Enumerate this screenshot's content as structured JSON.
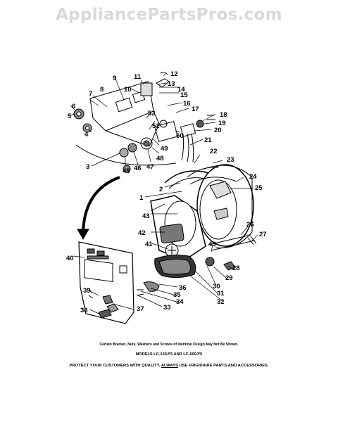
{
  "watermark": "AppliancePartsPros.com",
  "callouts": [
    {
      "id": "1",
      "text": "1"
    },
    {
      "id": "2",
      "text": "2"
    },
    {
      "id": "3",
      "text": "3"
    },
    {
      "id": "4",
      "text": "4"
    },
    {
      "id": "5",
      "text": "5"
    },
    {
      "id": "6",
      "text": "6"
    },
    {
      "id": "7",
      "text": "7"
    },
    {
      "id": "8",
      "text": "8"
    },
    {
      "id": "9",
      "text": "9"
    },
    {
      "id": "10",
      "text": "10"
    },
    {
      "id": "11",
      "text": "11"
    },
    {
      "id": "12",
      "text": "12"
    },
    {
      "id": "13",
      "text": "13"
    },
    {
      "id": "14",
      "text": "14"
    },
    {
      "id": "15",
      "text": "15"
    },
    {
      "id": "16",
      "text": "16"
    },
    {
      "id": "17",
      "text": "17"
    },
    {
      "id": "18",
      "text": "18"
    },
    {
      "id": "19",
      "text": "19"
    },
    {
      "id": "20",
      "text": "20"
    },
    {
      "id": "21",
      "text": "21"
    },
    {
      "id": "22",
      "text": "22"
    },
    {
      "id": "23",
      "text": "23"
    },
    {
      "id": "24",
      "text": "24"
    },
    {
      "id": "25",
      "text": "25"
    },
    {
      "id": "26",
      "text": "26"
    },
    {
      "id": "27",
      "text": "27"
    },
    {
      "id": "28",
      "text": "28"
    },
    {
      "id": "29",
      "text": "29"
    },
    {
      "id": "30",
      "text": "30"
    },
    {
      "id": "31",
      "text": "31"
    },
    {
      "id": "32",
      "text": "32"
    },
    {
      "id": "33",
      "text": "33"
    },
    {
      "id": "34",
      "text": "34"
    },
    {
      "id": "35",
      "text": "35"
    },
    {
      "id": "36",
      "text": "36"
    },
    {
      "id": "37",
      "text": "37"
    },
    {
      "id": "38",
      "text": "38"
    },
    {
      "id": "39",
      "text": "39"
    },
    {
      "id": "40",
      "text": "40"
    },
    {
      "id": "41",
      "text": "41"
    },
    {
      "id": "42",
      "text": "42"
    },
    {
      "id": "43a",
      "text": "43"
    },
    {
      "id": "43b",
      "text": "43"
    },
    {
      "id": "45",
      "text": "45"
    },
    {
      "id": "46",
      "text": "46"
    },
    {
      "id": "47",
      "text": "47"
    },
    {
      "id": "48",
      "text": "48"
    },
    {
      "id": "49",
      "text": "49"
    },
    {
      "id": "50",
      "text": "50"
    },
    {
      "id": "51",
      "text": "51"
    },
    {
      "id": "52",
      "text": "52"
    }
  ],
  "captions": {
    "note": "Certain Bracket, Nuts, Washers and Screws of Identical Design May Not Be Shown.",
    "models": "MODELS LC-130J*5 AND LC-600J*5",
    "protect_prefix": "PROTECT YOUR CUSTOMERS WITH QUALITY, ",
    "protect_underlined": "ALWAYS",
    "protect_suffix": " USE FRIGIDAIRE PARTS AND ACCESSORIES."
  }
}
